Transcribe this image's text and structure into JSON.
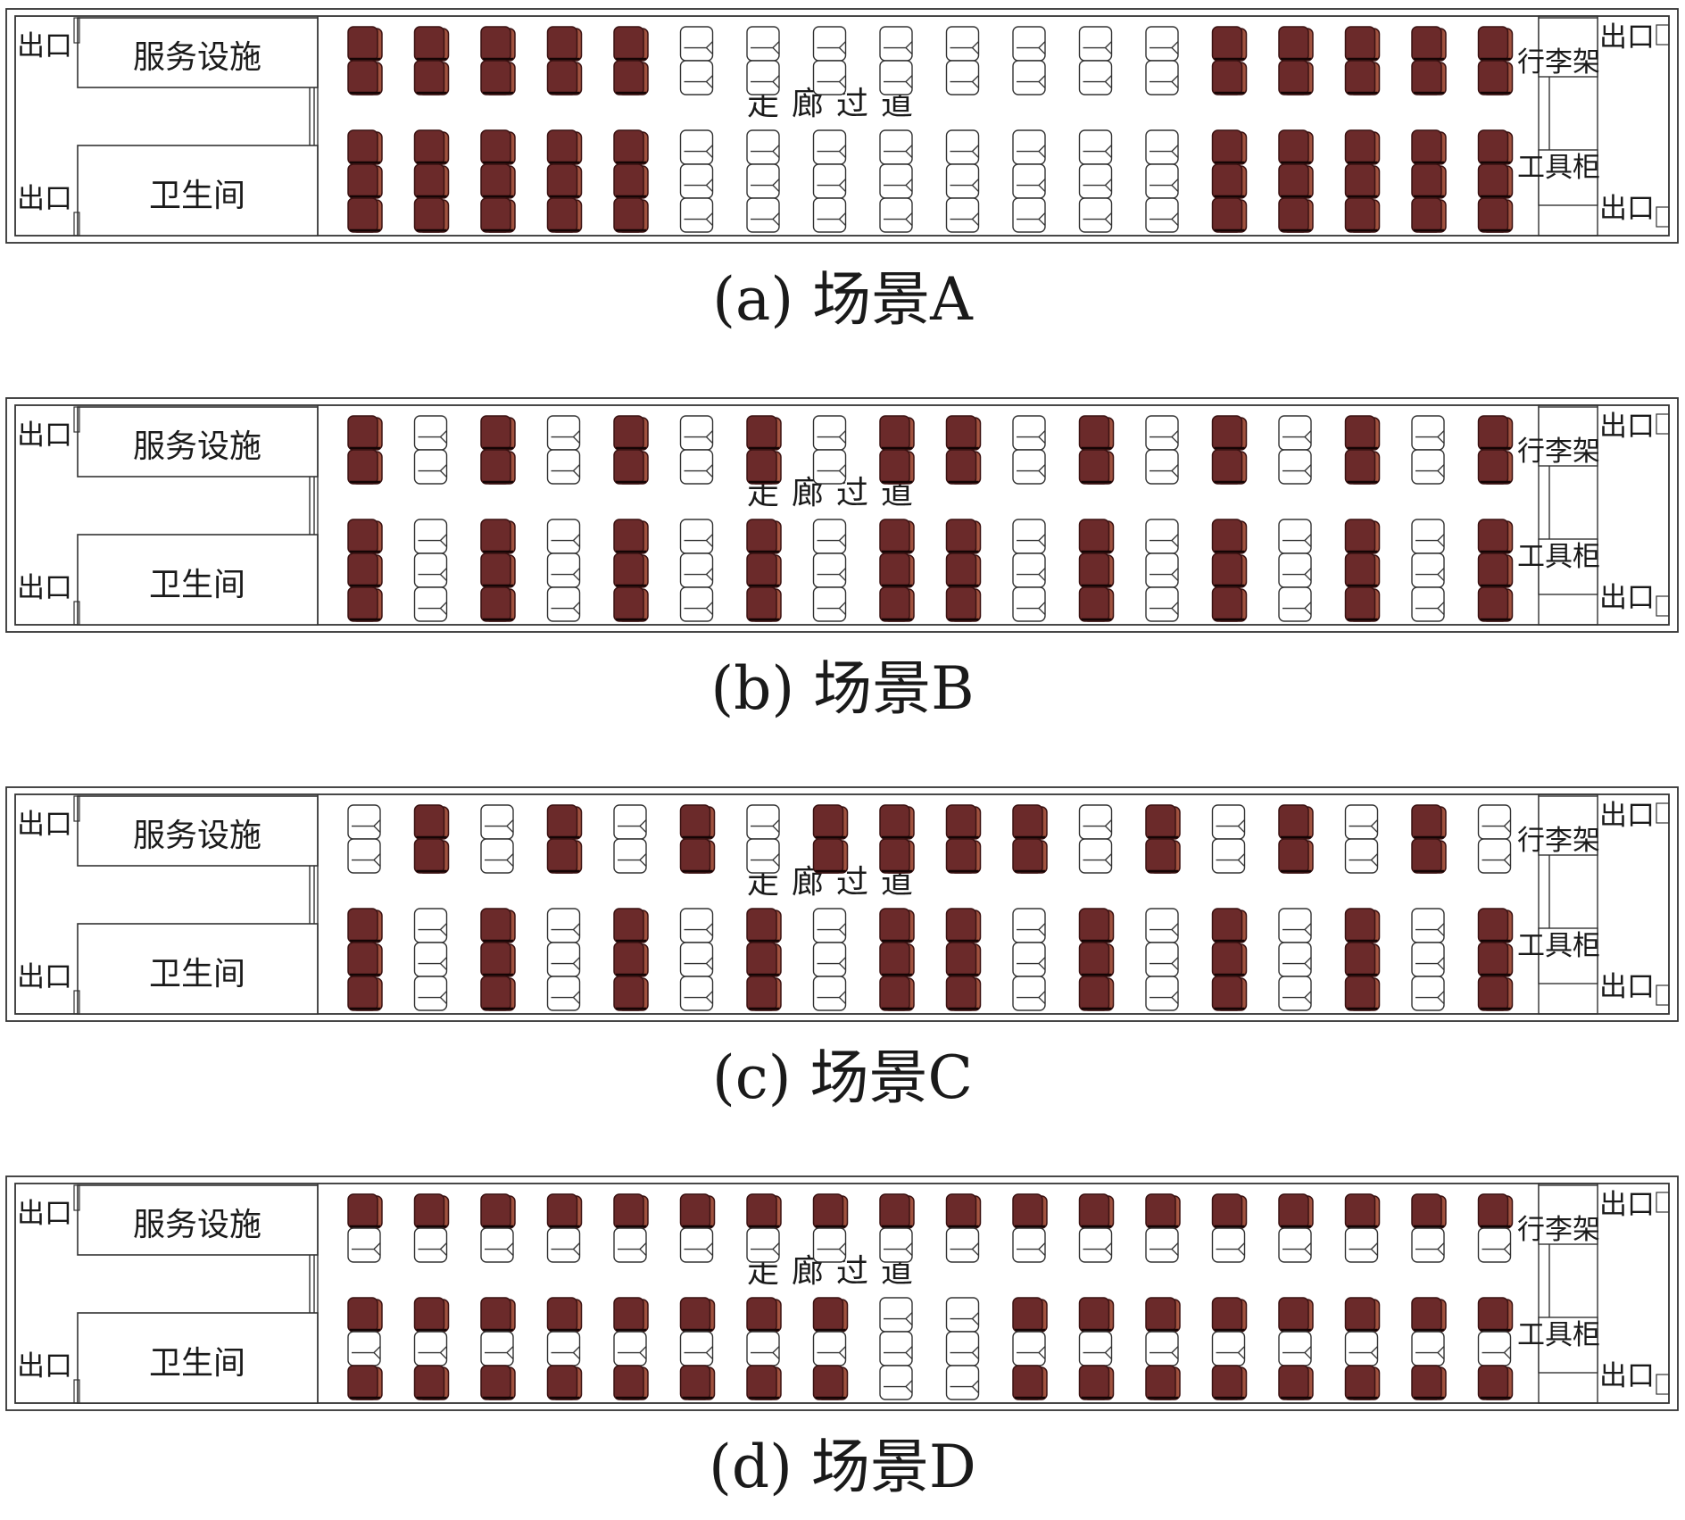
{
  "labels": {
    "exit": "出口",
    "service": "服务设施",
    "toilet": "卫生间",
    "aisle": "走廊过道",
    "luggage": "行李架",
    "toolbox": "工具柜"
  },
  "colors": {
    "occupied": "#6b2a2a",
    "occupied_edge": "#3b1212",
    "occupied_shade": "#a0523f",
    "empty": "#ffffff",
    "line": "#333333"
  },
  "scenarios": [
    {
      "caption": "(a) 场景A",
      "top_row": [
        1,
        1,
        1,
        1,
        1,
        0,
        0,
        0,
        0,
        0,
        0,
        0,
        0,
        1,
        1,
        1,
        1,
        1
      ],
      "bottom_row": [
        [
          1,
          1,
          1
        ],
        [
          1,
          1,
          1
        ],
        [
          1,
          1,
          1
        ],
        [
          1,
          1,
          1
        ],
        [
          1,
          1,
          1
        ],
        [
          0,
          0,
          0
        ],
        [
          0,
          0,
          0
        ],
        [
          0,
          0,
          0
        ],
        [
          0,
          0,
          0
        ],
        [
          0,
          0,
          0
        ],
        [
          0,
          0,
          0
        ],
        [
          0,
          0,
          0
        ],
        [
          0,
          0,
          0
        ],
        [
          1,
          1,
          1
        ],
        [
          1,
          1,
          1
        ],
        [
          1,
          1,
          1
        ],
        [
          1,
          1,
          1
        ],
        [
          1,
          1,
          1
        ]
      ]
    },
    {
      "caption": "(b) 场景B",
      "top_row": [
        1,
        0,
        1,
        0,
        1,
        0,
        1,
        0,
        1,
        1,
        0,
        1,
        0,
        1,
        0,
        1,
        0,
        1
      ],
      "bottom_row": [
        [
          1,
          1,
          1
        ],
        [
          0,
          0,
          0
        ],
        [
          1,
          1,
          1
        ],
        [
          0,
          0,
          0
        ],
        [
          1,
          1,
          1
        ],
        [
          0,
          0,
          0
        ],
        [
          1,
          1,
          1
        ],
        [
          0,
          0,
          0
        ],
        [
          1,
          1,
          1
        ],
        [
          1,
          1,
          1
        ],
        [
          0,
          0,
          0
        ],
        [
          1,
          1,
          1
        ],
        [
          0,
          0,
          0
        ],
        [
          1,
          1,
          1
        ],
        [
          0,
          0,
          0
        ],
        [
          1,
          1,
          1
        ],
        [
          0,
          0,
          0
        ],
        [
          1,
          1,
          1
        ]
      ]
    },
    {
      "caption": "(c) 场景C",
      "top_row": [
        0,
        1,
        0,
        1,
        0,
        1,
        0,
        1,
        1,
        1,
        1,
        0,
        1,
        0,
        1,
        0,
        1,
        0
      ],
      "bottom_row": [
        [
          1,
          1,
          1
        ],
        [
          0,
          0,
          0
        ],
        [
          1,
          1,
          1
        ],
        [
          0,
          0,
          0
        ],
        [
          1,
          1,
          1
        ],
        [
          0,
          0,
          0
        ],
        [
          1,
          1,
          1
        ],
        [
          0,
          0,
          0
        ],
        [
          1,
          1,
          1
        ],
        [
          1,
          1,
          1
        ],
        [
          0,
          0,
          0
        ],
        [
          1,
          1,
          1
        ],
        [
          0,
          0,
          0
        ],
        [
          1,
          1,
          1
        ],
        [
          0,
          0,
          0
        ],
        [
          1,
          1,
          1
        ],
        [
          0,
          0,
          0
        ],
        [
          1,
          1,
          1
        ]
      ]
    },
    {
      "caption": "(d) 场景D",
      "top_row": [
        [
          1,
          0
        ],
        [
          1,
          0
        ],
        [
          1,
          0
        ],
        [
          1,
          0
        ],
        [
          1,
          0
        ],
        [
          1,
          0
        ],
        [
          1,
          0
        ],
        [
          1,
          0
        ],
        [
          1,
          0
        ],
        [
          1,
          0
        ],
        [
          1,
          0
        ],
        [
          1,
          0
        ],
        [
          1,
          0
        ],
        [
          1,
          0
        ],
        [
          1,
          0
        ],
        [
          1,
          0
        ],
        [
          1,
          0
        ],
        [
          1,
          0
        ]
      ],
      "bottom_row": [
        [
          1,
          0,
          1
        ],
        [
          1,
          0,
          1
        ],
        [
          1,
          0,
          1
        ],
        [
          1,
          0,
          1
        ],
        [
          1,
          0,
          1
        ],
        [
          1,
          0,
          1
        ],
        [
          1,
          0,
          1
        ],
        [
          1,
          0,
          1
        ],
        [
          0,
          0,
          0
        ],
        [
          0,
          0,
          0
        ],
        [
          1,
          0,
          1
        ],
        [
          1,
          0,
          1
        ],
        [
          1,
          0,
          1
        ],
        [
          1,
          0,
          1
        ],
        [
          1,
          0,
          1
        ],
        [
          1,
          0,
          1
        ],
        [
          1,
          0,
          1
        ],
        [
          1,
          0,
          1
        ]
      ]
    }
  ]
}
